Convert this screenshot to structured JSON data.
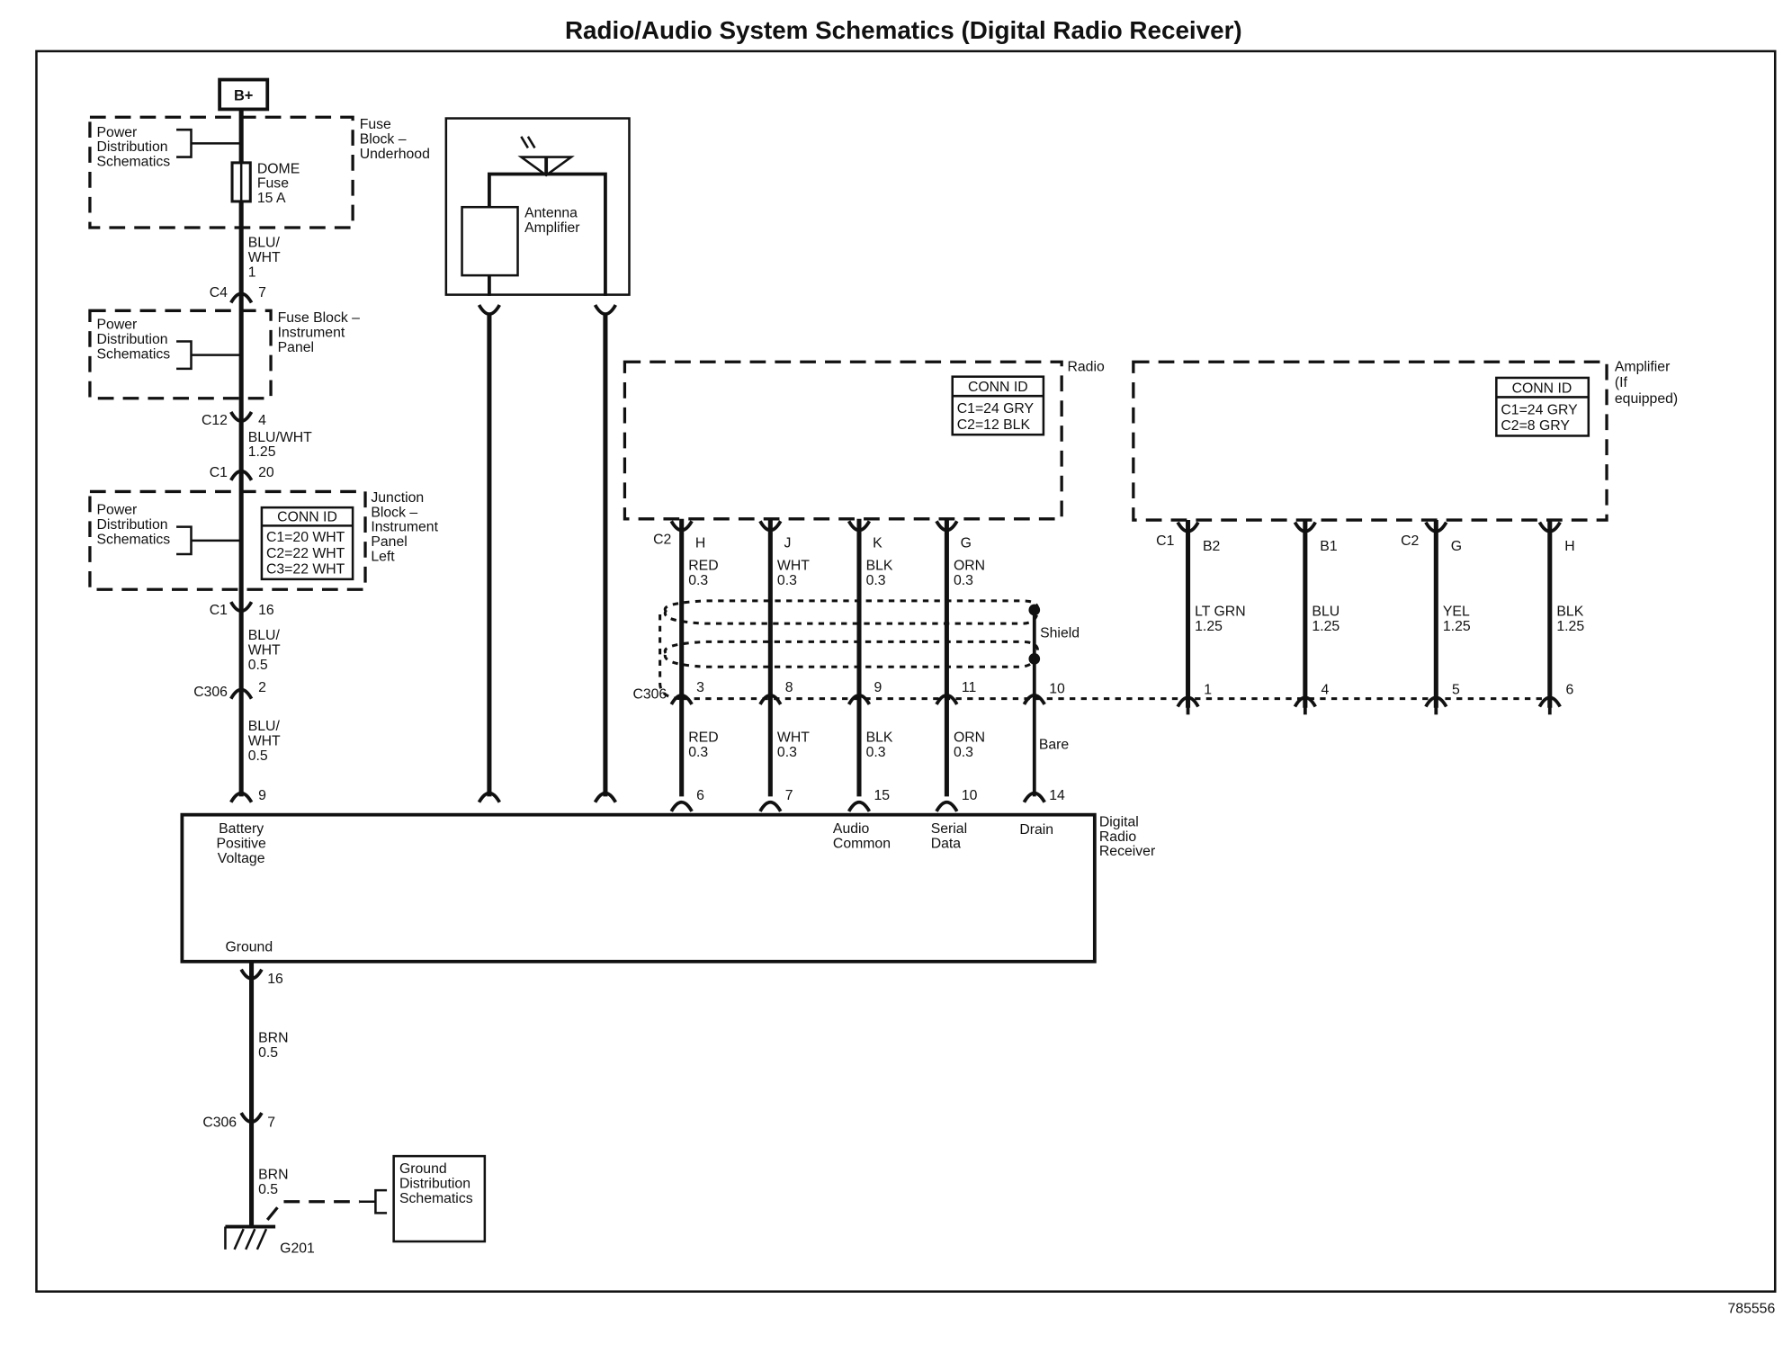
{
  "title": "Radio/Audio System Schematics (Digital Radio Receiver)",
  "figure_id": "785556",
  "power_source": "B+",
  "fuse_block_underhood": {
    "label": [
      "Fuse",
      "Block –",
      "Underhood"
    ],
    "ref": [
      "Power",
      "Distribution",
      "Schematics"
    ],
    "fuse": [
      "DOME",
      "Fuse",
      "15 A"
    ]
  },
  "fuse_block_ip": {
    "label": [
      "Fuse Block –",
      "Instrument",
      "Panel"
    ],
    "ref": [
      "Power",
      "Distribution",
      "Schematics"
    ]
  },
  "junction_block": {
    "label": [
      "Junction",
      "Block –",
      "Instrument",
      "Panel",
      "Left"
    ],
    "ref": [
      "Power",
      "Distribution",
      "Schematics"
    ],
    "conn_id": {
      "header": "CONN ID",
      "rows": [
        "C1=20 WHT",
        "C2=22 WHT",
        "C3=22 WHT"
      ]
    }
  },
  "antenna": {
    "label": [
      "Antenna",
      "Amplifier"
    ]
  },
  "radio": {
    "label": "Radio",
    "conn_id": {
      "header": "CONN ID",
      "rows": [
        "C1=24 GRY",
        "C2=12 BLK"
      ]
    }
  },
  "amplifier": {
    "label": [
      "Amplifier",
      "(If",
      "equipped)"
    ],
    "conn_id": {
      "header": "CONN ID",
      "rows": [
        "C1=24 GRY",
        "C2=8 GRY"
      ]
    }
  },
  "shield": "Shield",
  "receiver": {
    "name": [
      "Digital",
      "Radio",
      "Receiver"
    ],
    "pins": {
      "battery": [
        "Battery",
        "Positive",
        "Voltage"
      ],
      "audio_common": [
        "Audio",
        "Common"
      ],
      "serial_data": [
        "Serial",
        "Data"
      ],
      "drain": "Drain",
      "ground": "Ground"
    }
  },
  "ground_ref": [
    "Ground",
    "Distribution",
    "Schematics"
  ],
  "ground_point": "G201",
  "feed_wires": {
    "w1": [
      "BLU/",
      "WHT",
      "1"
    ],
    "c4": {
      "conn": "C4",
      "pin": "7"
    },
    "c12": {
      "conn": "C12",
      "pin": "4"
    },
    "w2": [
      "BLU/WHT",
      "1.25"
    ],
    "c1a": {
      "conn": "C1",
      "pin": "20"
    },
    "c1b": {
      "conn": "C1",
      "pin": "16"
    },
    "w3": [
      "BLU/",
      "WHT",
      "0.5"
    ],
    "c306": {
      "conn": "C306",
      "pin": "2"
    },
    "w4": [
      "BLU/",
      "WHT",
      "0.5"
    ],
    "recv_pin": "9"
  },
  "ground_wires": {
    "recv_pin": "16",
    "w1": [
      "BRN",
      "0.5"
    ],
    "c306": {
      "conn": "C306",
      "pin": "7"
    },
    "w2": [
      "BRN",
      "0.5"
    ]
  },
  "radio_wires": {
    "c2": "C2",
    "c306": "C306",
    "rows": [
      {
        "pin_top": "H",
        "wire": [
          "RED",
          "0.3"
        ],
        "c306": "3",
        "wire_low": [
          "RED",
          "0.3"
        ],
        "pin_recv": "6"
      },
      {
        "pin_top": "J",
        "wire": [
          "WHT",
          "0.3"
        ],
        "c306": "8",
        "wire_low": [
          "WHT",
          "0.3"
        ],
        "pin_recv": "7"
      },
      {
        "pin_top": "K",
        "wire": [
          "BLK",
          "0.3"
        ],
        "c306": "9",
        "wire_low": [
          "BLK",
          "0.3"
        ],
        "pin_recv": "15"
      },
      {
        "pin_top": "G",
        "wire": [
          "ORN",
          "0.3"
        ],
        "c306": "11",
        "wire_low": [
          "ORN",
          "0.3"
        ],
        "pin_recv": "10"
      }
    ],
    "drain": {
      "c306": "10",
      "wire_low": "Bare",
      "pin_recv": "14"
    }
  },
  "amp_wires": {
    "c1": "C1",
    "c2": "C2",
    "rows": [
      {
        "pin_top": "B2",
        "wire": [
          "LT GRN",
          "1.25"
        ],
        "pin_bottom": "1"
      },
      {
        "pin_top": "B1",
        "wire": [
          "BLU",
          "1.25"
        ],
        "pin_bottom": "4"
      },
      {
        "pin_top": "G",
        "wire": [
          "YEL",
          "1.25"
        ],
        "pin_bottom": "5"
      },
      {
        "pin_top": "H",
        "wire": [
          "BLK",
          "1.25"
        ],
        "pin_bottom": "6"
      }
    ]
  }
}
